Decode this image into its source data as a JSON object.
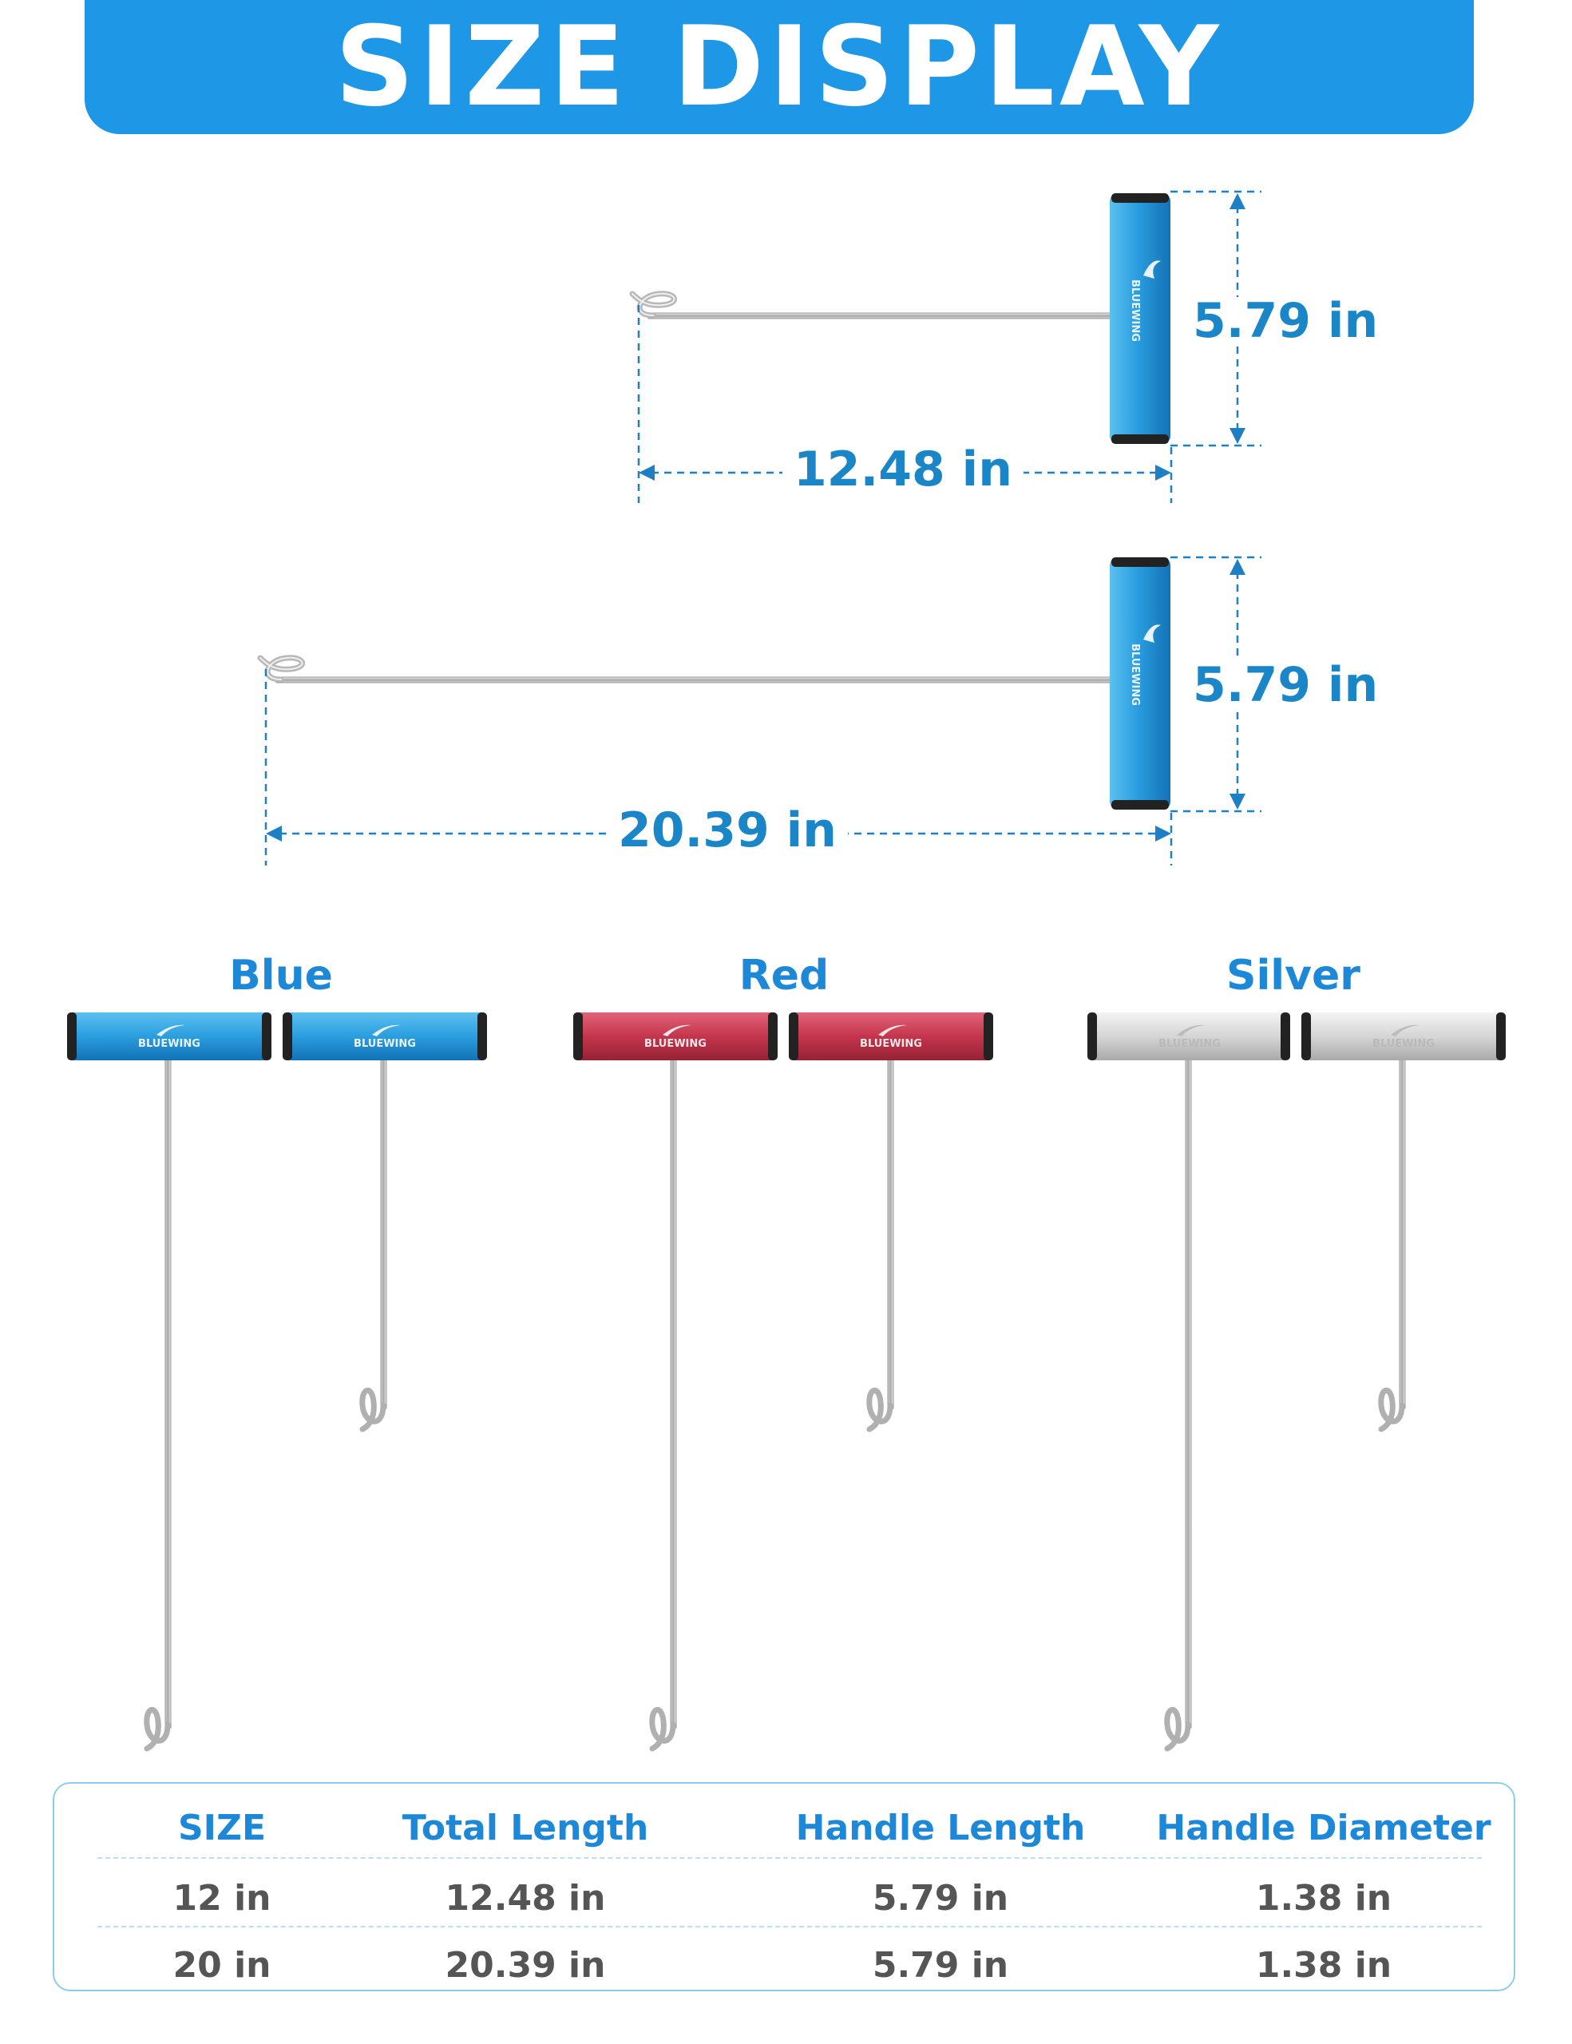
{
  "banner": {
    "title": "SIZE DISPLAY",
    "color": "#1e97e6"
  },
  "product": {
    "brand_text": "BLUEWING"
  },
  "dimensions": {
    "short": {
      "handle": "5.79 in",
      "total": "12.48 in"
    },
    "long": {
      "handle": "5.79 in",
      "total": "20.39 in"
    }
  },
  "colors": [
    {
      "label": "Blue",
      "hex": "#2b9fe0"
    },
    {
      "label": "Red",
      "hex": "#c8324a"
    },
    {
      "label": "Silver",
      "hex": "#d8d8d8"
    }
  ],
  "table": {
    "headers": [
      "SIZE",
      "Total Length",
      "Handle Length",
      "Handle Diameter"
    ],
    "rows": [
      [
        "12 in",
        "12.48 in",
        "5.79 in",
        "1.38 in"
      ],
      [
        "20 in",
        "20.39 in",
        "5.79 in",
        "1.38 in"
      ]
    ]
  }
}
